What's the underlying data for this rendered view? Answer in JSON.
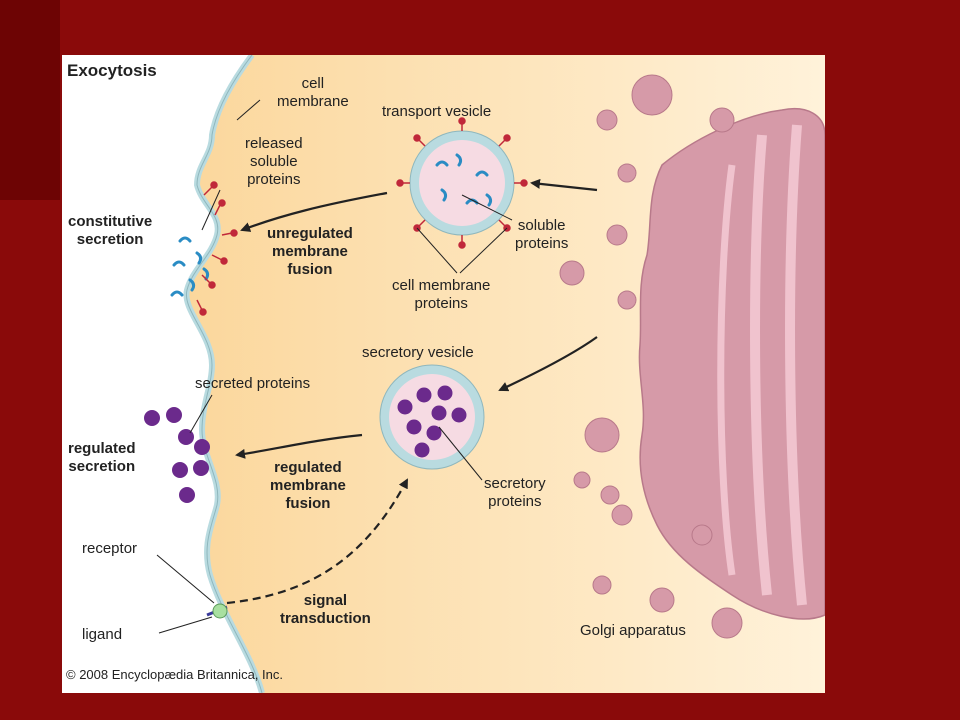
{
  "figure": {
    "title": "Exocytosis",
    "copyright": "© 2008 Encyclopædia Britannica, Inc.",
    "labels": {
      "cell_membrane": [
        "cell",
        "membrane"
      ],
      "transport_vesicle": "transport vesicle",
      "released_soluble_proteins": [
        "released",
        "soluble",
        "proteins"
      ],
      "constitutive_secretion": [
        "constitutive",
        "secretion"
      ],
      "unregulated_membrane_fusion": [
        "unregulated",
        "membrane",
        "fusion"
      ],
      "soluble_proteins": [
        "soluble",
        "proteins"
      ],
      "cell_membrane_proteins": [
        "cell membrane",
        "proteins"
      ],
      "secretory_vesicle": "secretory vesicle",
      "secreted_proteins": "secreted proteins",
      "regulated_secretion": [
        "regulated",
        "secretion"
      ],
      "regulated_membrane_fusion": [
        "regulated",
        "membrane",
        "fusion"
      ],
      "secretory_proteins": [
        "secretory",
        "proteins"
      ],
      "receptor": "receptor",
      "ligand": "ligand",
      "signal_transduction": [
        "signal",
        "transduction"
      ],
      "golgi_apparatus": "Golgi apparatus"
    },
    "colors": {
      "slide_background": "#8a0a0a",
      "cytoplasm": "#fde3b4",
      "membrane": "#b9dbe0",
      "golgi": "#d69aa8",
      "secretory_protein": "#6b2a8c",
      "soluble_protein": "#2a8cc4",
      "membrane_protein": "#c0283a"
    }
  }
}
